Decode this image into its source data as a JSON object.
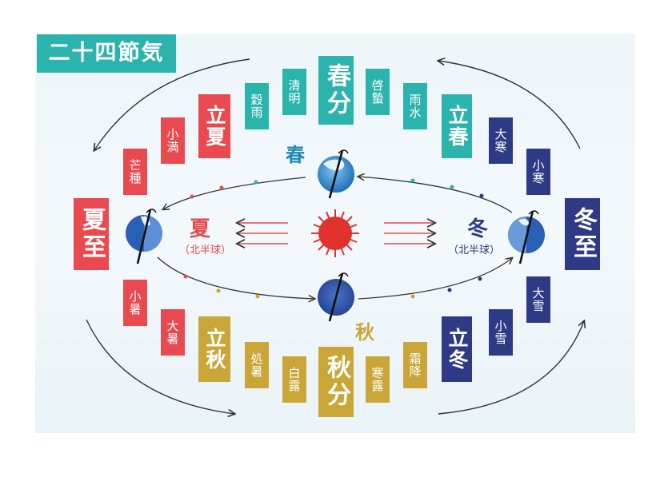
{
  "title": "二十四節気",
  "season_labels": {
    "spring": "春",
    "summer": "夏",
    "autumn": "秋",
    "winter": "冬",
    "summer_sub": "（北半球）",
    "winter_sub": "（北半球）"
  },
  "terms": {
    "shunbun": "春分",
    "seimei": "清明",
    "kokuu": "穀雨",
    "rikka": "立夏",
    "shoman": "小満",
    "boshu": "芒種",
    "geshi": "夏至",
    "shosho": "小暑",
    "taisho": "大暑",
    "risshu": "立秋",
    "shosho_heat": "処暑",
    "hakuro": "白露",
    "shubun": "秋分",
    "kanro": "寒露",
    "soko": "霜降",
    "ritto": "立冬",
    "shosetsu": "小雪",
    "taisetsu": "大雪",
    "toji": "冬至",
    "shokan": "小寒",
    "daikan": "大寒",
    "risshun": "立春",
    "usui": "雨水",
    "keichitsu": "啓蟄"
  },
  "colors": {
    "teal": "#2bb3ad",
    "red": "#e84a4f",
    "gold": "#c9a637",
    "navy": "#2e3a86",
    "sun": "#e2322e"
  }
}
